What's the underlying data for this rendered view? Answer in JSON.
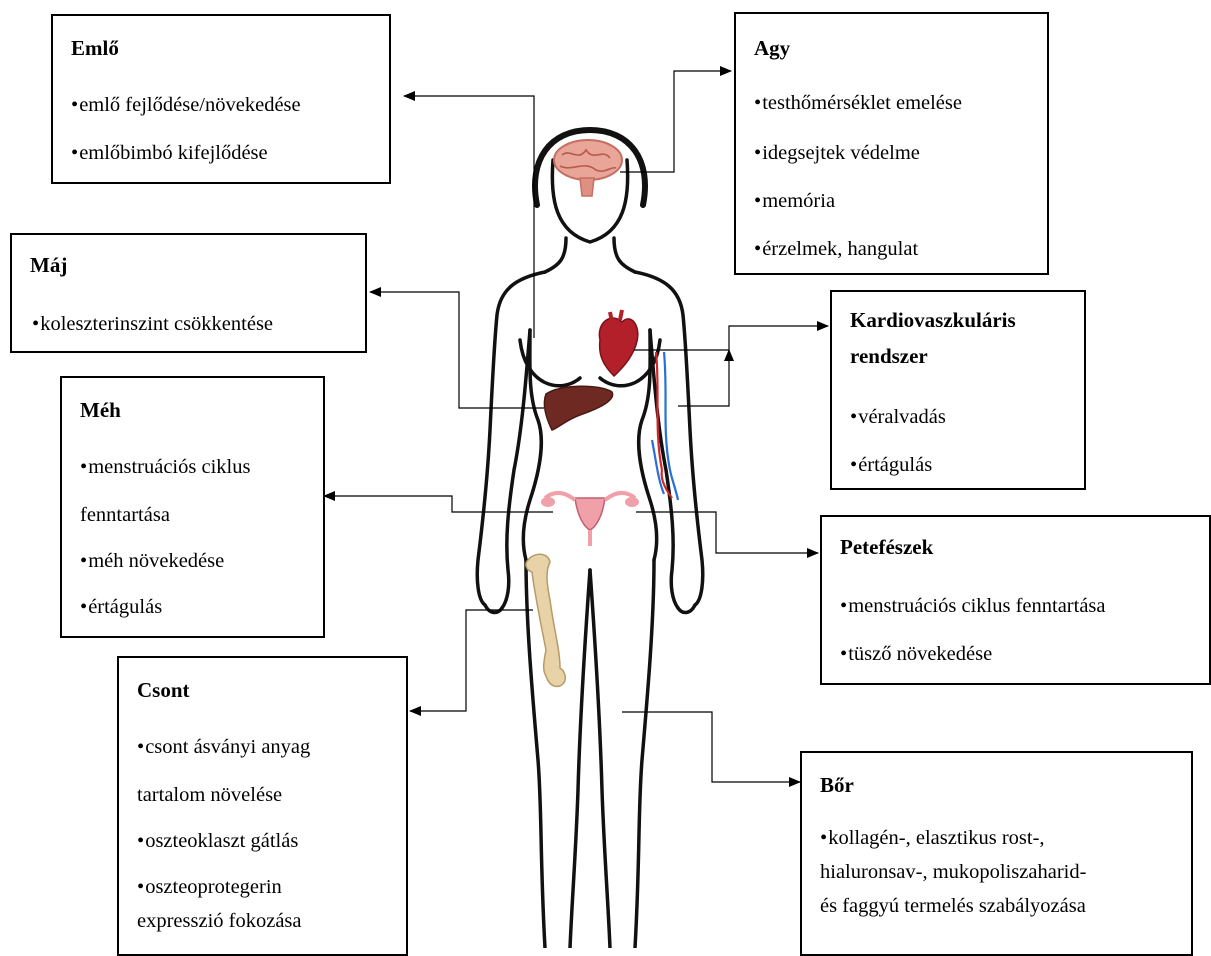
{
  "boxes": {
    "breast": {
      "title": "Emlő",
      "items": [
        "emlő fejlődése/növekedése",
        "emlőbimbó kifejlődése"
      ]
    },
    "brain": {
      "title": "Agy",
      "items": [
        "testhőmérséklet emelése",
        "idegsejtek védelme",
        "memória",
        "érzelmek, hangulat"
      ]
    },
    "liver": {
      "title": "Máj",
      "items": [
        "koleszterinszint csökkentése"
      ]
    },
    "cardio": {
      "title_line1": "Kardiovaszkuláris",
      "title_line2": "rendszer",
      "items": [
        "véralvadás",
        "értágulás"
      ]
    },
    "uterus": {
      "title": "Méh",
      "items": [
        "menstruációs ciklus",
        "fenntartása",
        "méh növekedése",
        "értágulás"
      ]
    },
    "ovary": {
      "title": "Petefészek",
      "items": [
        "menstruációs ciklus fenntartása",
        "tüsző növekedése"
      ]
    },
    "bone": {
      "title": "Csont",
      "items": [
        "csont ásványi anyag",
        "tartalom növelése",
        "oszteoklaszt gátlás",
        "oszteoprotegerin",
        "expresszió fokozása"
      ]
    },
    "skin": {
      "title": "Bőr",
      "items": [
        "kollagén-, elasztikus rost-,",
        "hialuronsav-, mukopoliszaharid-",
        "és faggyú termelés szabályozása"
      ]
    }
  },
  "bullet": "•",
  "icons": [
    "body-outline-icon",
    "brain-icon",
    "heart-icon",
    "liver-icon",
    "blood-vessels-icon",
    "uterus-icon",
    "bone-icon"
  ],
  "colors": {
    "brain": "#e8a598",
    "heart": "#b3202a",
    "liver": "#6e2a22",
    "uterus": "#f0a0a8",
    "bone": "#e8d3a8",
    "artery": "#d42828",
    "vein": "#2a6fd4"
  }
}
